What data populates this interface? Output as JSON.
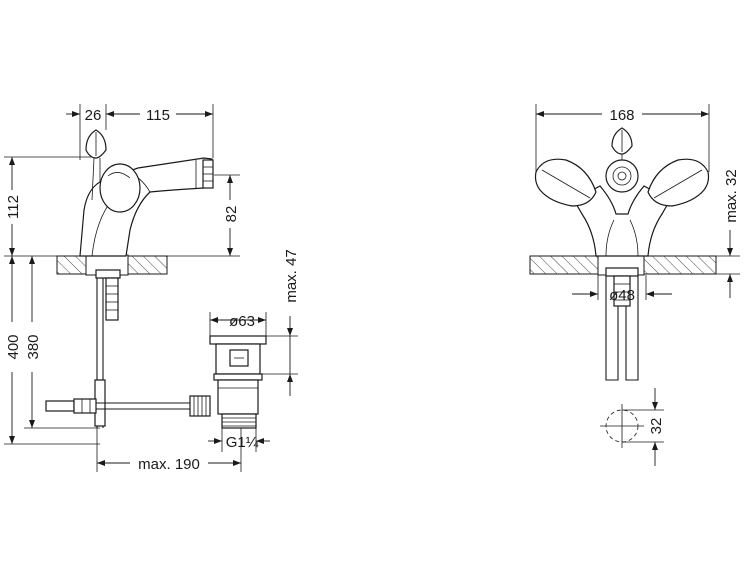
{
  "side_view": {
    "dim_26": "26",
    "dim_115": "115",
    "dim_112": "112",
    "dim_82": "82",
    "dim_400": "400",
    "dim_380": "380",
    "dim_max47": "max. 47",
    "dim_d63": "ø63",
    "dim_g114": "G1¼",
    "dim_max190": "max. 190"
  },
  "front_view": {
    "dim_168": "168",
    "dim_max32": "max. 32",
    "dim_d48": "ø48",
    "dim_32": "32"
  }
}
